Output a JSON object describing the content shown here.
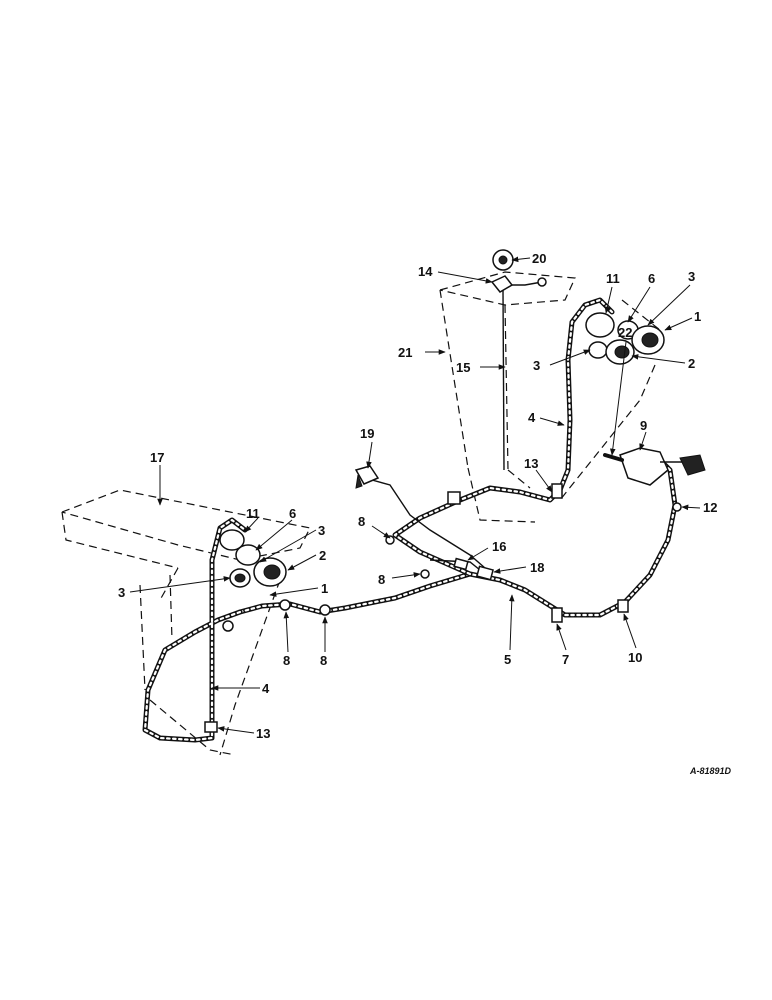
{
  "figure_code": "A-81891D",
  "callouts": [
    {
      "id": "c20",
      "text": "20"
    },
    {
      "id": "c14",
      "text": "14"
    },
    {
      "id": "c11r",
      "text": "11"
    },
    {
      "id": "c6r",
      "text": "6"
    },
    {
      "id": "c3r1",
      "text": "3"
    },
    {
      "id": "c1r",
      "text": "1"
    },
    {
      "id": "c21",
      "text": "21"
    },
    {
      "id": "c15",
      "text": "15"
    },
    {
      "id": "c3r2",
      "text": "3"
    },
    {
      "id": "c2r",
      "text": "2"
    },
    {
      "id": "c22",
      "text": "22"
    },
    {
      "id": "c4r",
      "text": "4"
    },
    {
      "id": "c9",
      "text": "9"
    },
    {
      "id": "c19",
      "text": "19"
    },
    {
      "id": "c17",
      "text": "17"
    },
    {
      "id": "c13r",
      "text": "13"
    },
    {
      "id": "c12",
      "text": "12"
    },
    {
      "id": "c8a",
      "text": "8"
    },
    {
      "id": "c11l",
      "text": "11"
    },
    {
      "id": "c6l",
      "text": "6"
    },
    {
      "id": "c3l1",
      "text": "3"
    },
    {
      "id": "c16",
      "text": "16"
    },
    {
      "id": "c2l",
      "text": "2"
    },
    {
      "id": "c8b",
      "text": "8"
    },
    {
      "id": "c18",
      "text": "18"
    },
    {
      "id": "c3l2",
      "text": "3"
    },
    {
      "id": "c1l",
      "text": "1"
    },
    {
      "id": "c5",
      "text": "5"
    },
    {
      "id": "c7",
      "text": "7"
    },
    {
      "id": "c10",
      "text": "10"
    },
    {
      "id": "c8c",
      "text": "8"
    },
    {
      "id": "c8d",
      "text": "8"
    },
    {
      "id": "c4l",
      "text": "4"
    },
    {
      "id": "c13l",
      "text": "13"
    }
  ]
}
